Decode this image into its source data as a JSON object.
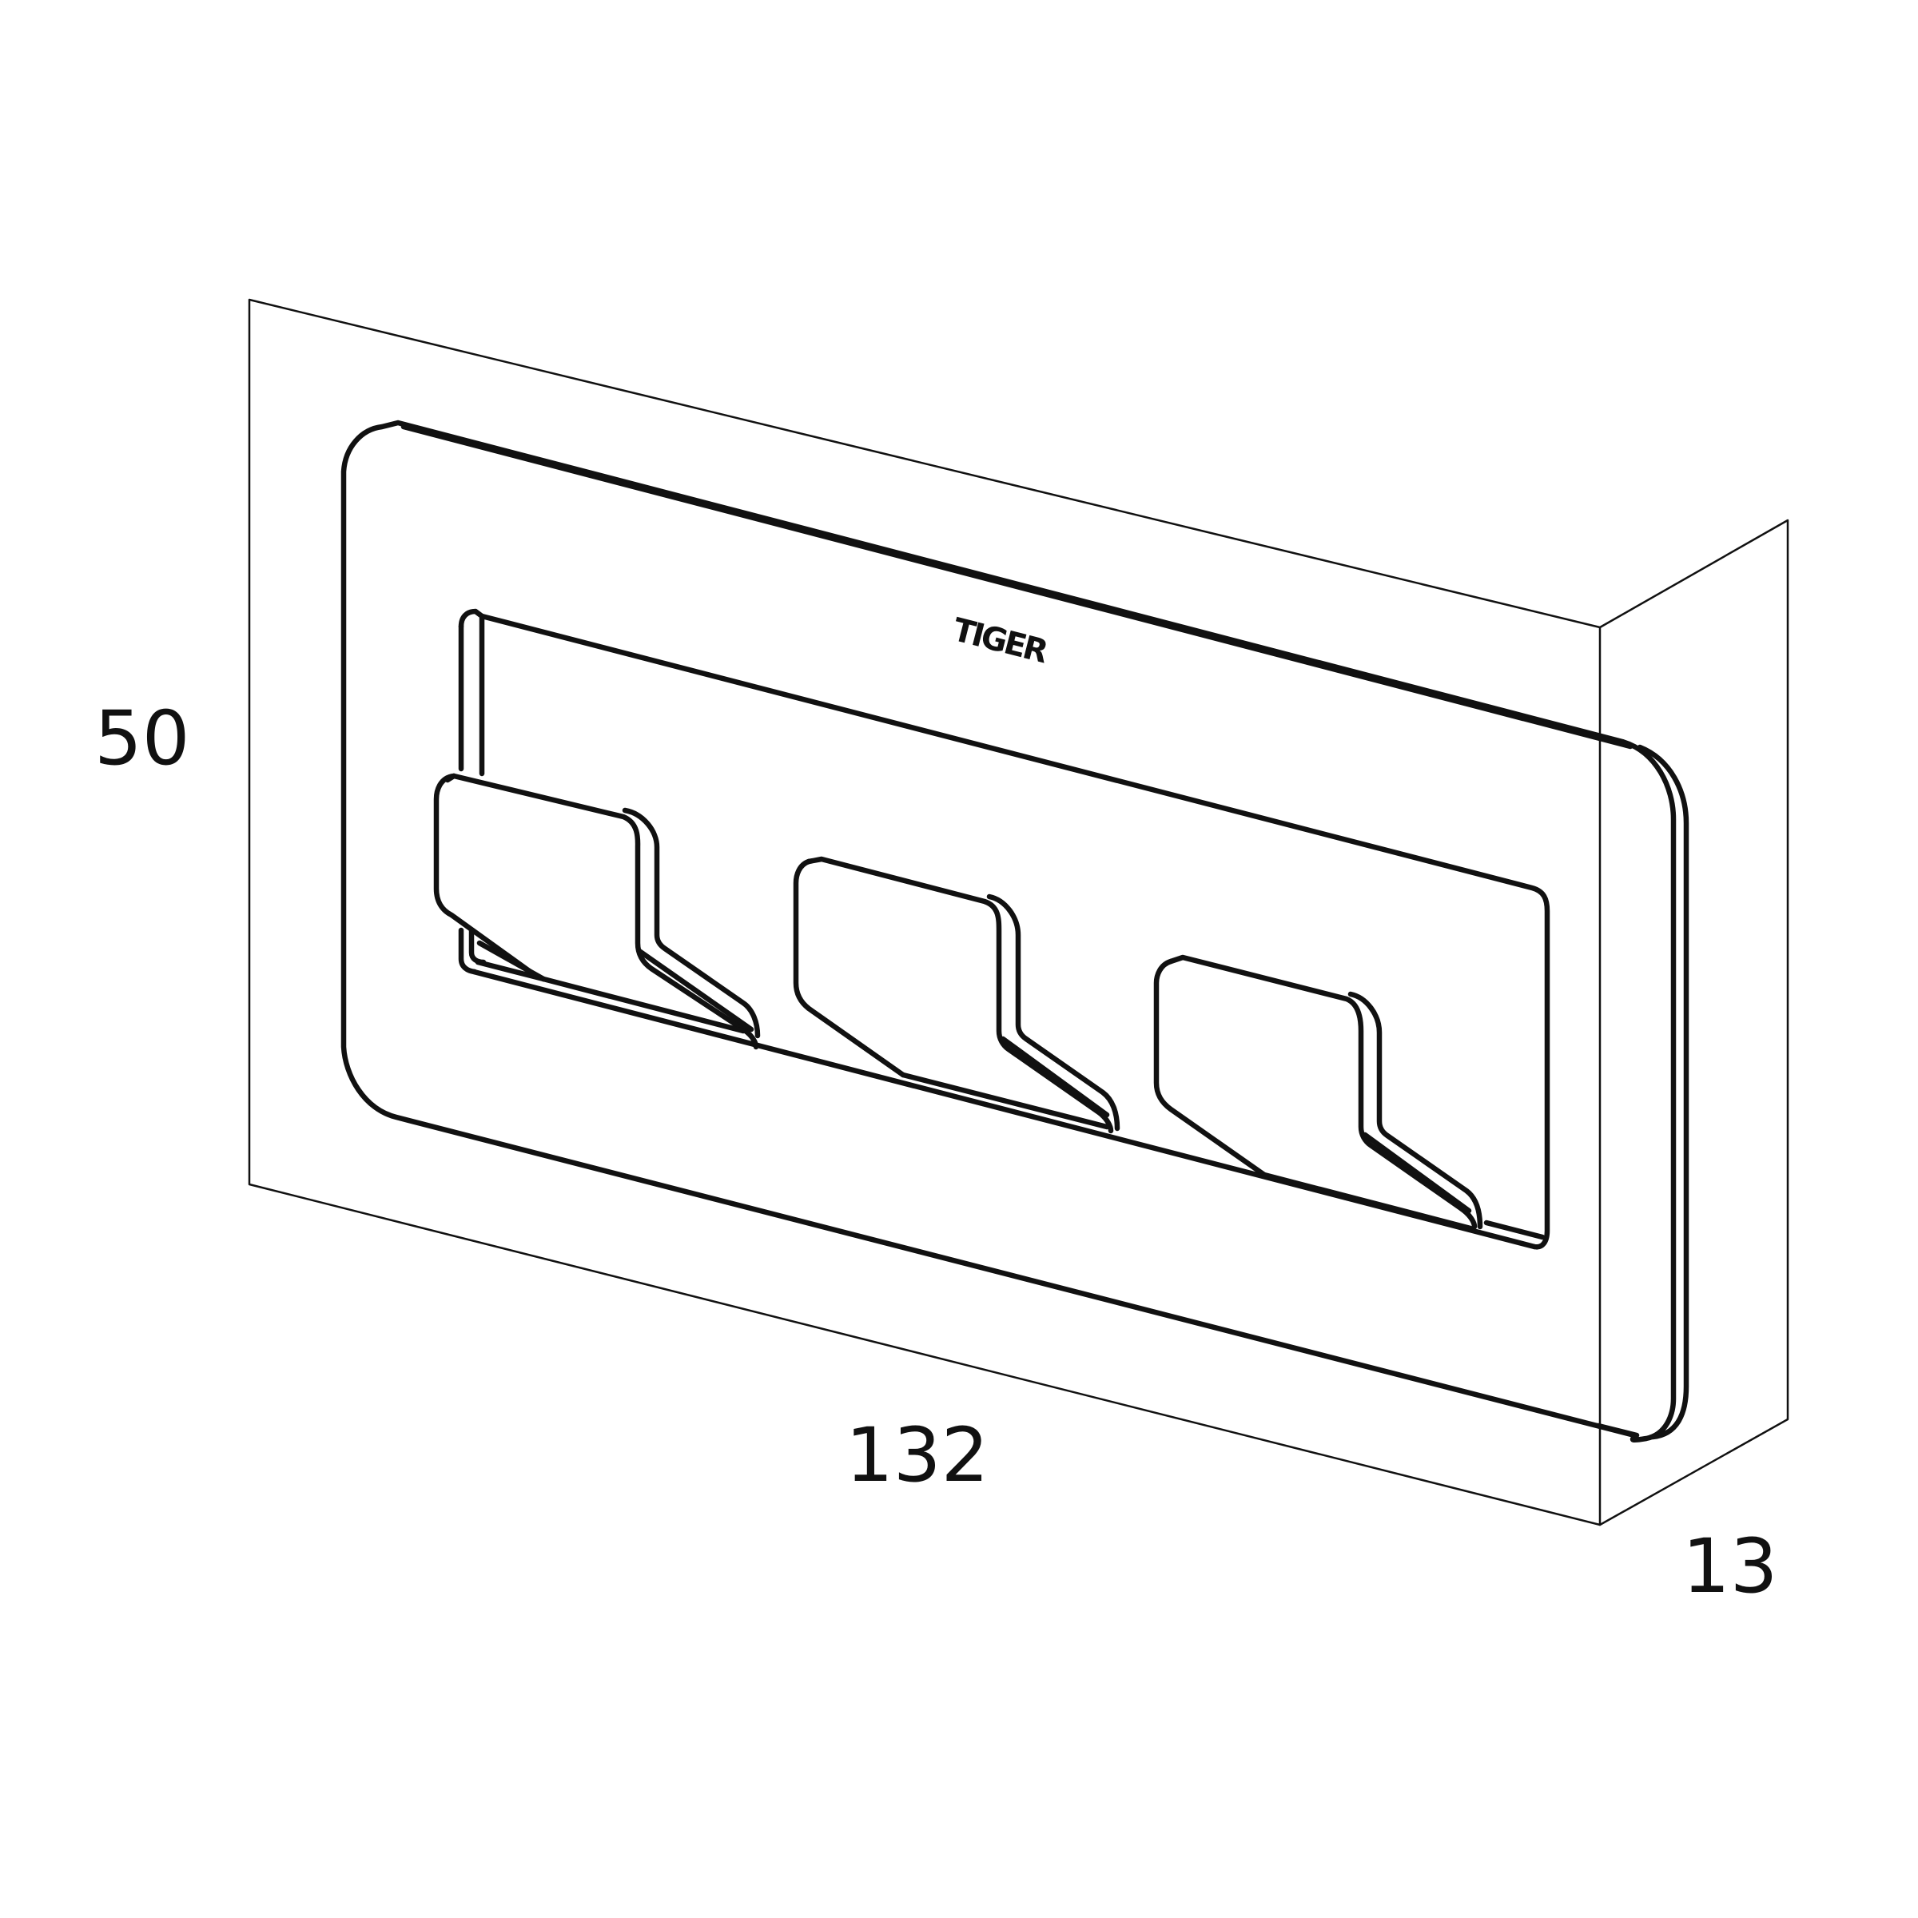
{
  "dimensions": {
    "height": "50",
    "width": "132",
    "depth": "13"
  },
  "product": {
    "logo": "TIGER",
    "hook_count": 3
  },
  "colors": {
    "line": "#111111",
    "background": "#ffffff"
  }
}
